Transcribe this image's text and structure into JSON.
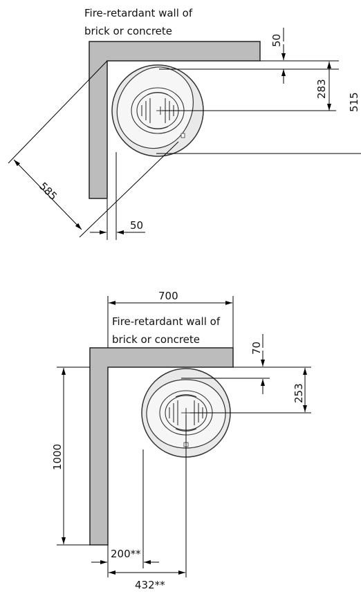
{
  "top_diagram": {
    "wall_caption_line1": "Fire-retardant wall of",
    "wall_caption_line2": "brick or concrete",
    "dim_wall_gap": "50",
    "dim_to_center": "283",
    "dim_depth": "515",
    "dim_diagonal": "585",
    "dim_side_gap": "50"
  },
  "bottom_diagram": {
    "dim_width": "700",
    "wall_caption_line1": "Fire-retardant wall of",
    "wall_caption_line2": "brick or concrete",
    "dim_wall_gap": "70",
    "dim_to_center": "253",
    "dim_height": "1000",
    "dim_side_gap": "200**",
    "dim_side_center": "432**"
  }
}
